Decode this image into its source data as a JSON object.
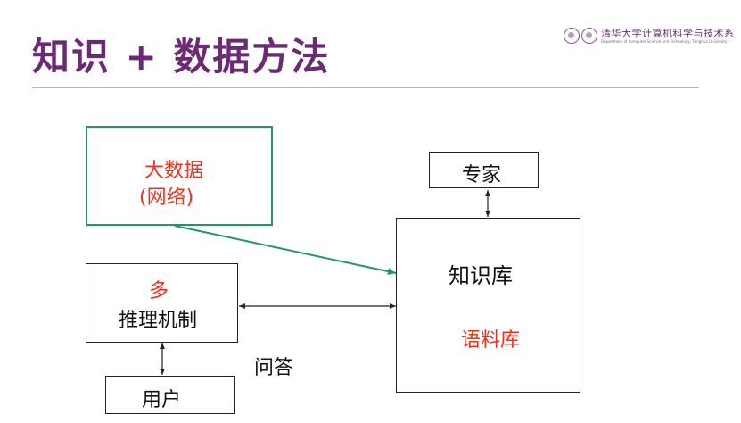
{
  "slide": {
    "title": "知识 + 数据方法"
  },
  "logo": {
    "name": "清华大学计算机科学与技术系",
    "subtitle": "Department of Computer Science and Technology, Tsinghua University"
  },
  "diagram": {
    "nodes": {
      "big_data": {
        "line1": "大数据",
        "line2": "(网络)"
      },
      "expert": {
        "label": "专家"
      },
      "knowledge_base": {
        "label": "知识库",
        "sublabel": "语料库"
      },
      "reasoning": {
        "top": "多",
        "label": "推理机制"
      },
      "user": {
        "label": "用户"
      }
    },
    "edges": {
      "qa_label": "问答"
    }
  },
  "colors": {
    "title": "#6b2a73",
    "highlight": "#e8341c",
    "green_border": "#1f9a5c",
    "rule": "#aab4cc"
  }
}
